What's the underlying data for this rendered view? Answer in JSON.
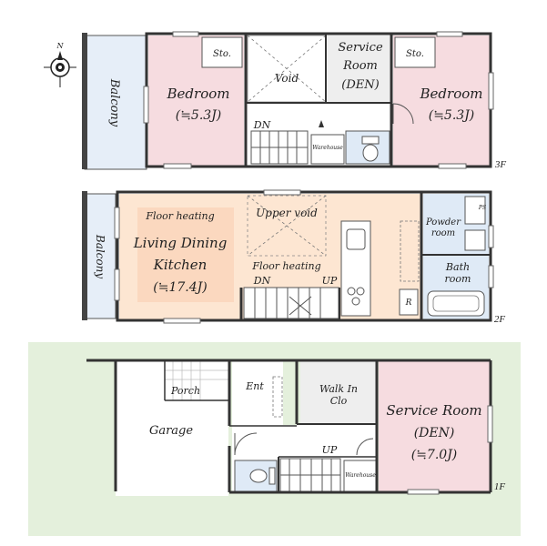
{
  "compass": {
    "north_label": "N"
  },
  "floors": {
    "third": {
      "tag": "3F",
      "balcony": "Balcony",
      "bedroom_left": {
        "name": "Bedroom",
        "size": "(≒5.3J)",
        "storage": "Sto."
      },
      "void": "Void",
      "service_room": {
        "line1": "Service",
        "line2": "Room",
        "line3": "(DEN)"
      },
      "bedroom_right": {
        "name": "Bedroom",
        "size": "(≒5.3J)",
        "storage": "Sto."
      },
      "stair_dn": "DN",
      "warehouse": "Warehouse"
    },
    "second": {
      "tag": "2F",
      "balcony": "Balcony",
      "floor_heating_1": "Floor heating",
      "ldk": {
        "line1": "Living Dining",
        "line2": "Kitchen",
        "size": "(≒17.4J)"
      },
      "upper_void": "Upper void",
      "floor_heating_2": "Floor heating",
      "stair_dn": "DN",
      "stair_up": "UP",
      "powder_room": {
        "line1": "Powder",
        "line2": "room"
      },
      "bath_room": {
        "line1": "Bath",
        "line2": "room"
      },
      "refrigerator": "R",
      "ps": "PS"
    },
    "first": {
      "tag": "1F",
      "porch": "Porch",
      "entrance": "Ent",
      "garage": "Garage",
      "walk_in": {
        "line1": "Walk In",
        "line2": "Clo"
      },
      "service_room": {
        "line1": "Service Room",
        "line2": "(DEN)",
        "size": "(≒7.0J)"
      },
      "stair_up": "UP",
      "warehouse": "Warehouse"
    }
  },
  "colors": {
    "bedroom_fill": "#f6dce0",
    "ldk_fill": "#fde6d2",
    "wet_fill": "#dfeaf6",
    "balcony_fill": "#e6eef8",
    "lot_fill": "#e4f0dc",
    "neutral_fill": "#eeeeee",
    "wall": "#333333"
  }
}
